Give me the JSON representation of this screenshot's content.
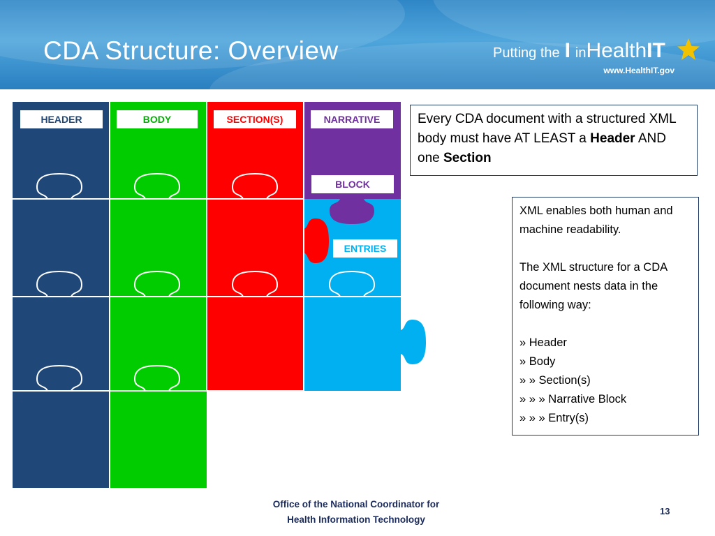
{
  "slide": {
    "title": "CDA Structure: Overview",
    "page_number": "13"
  },
  "logo": {
    "part1": "Putting the",
    "part2": "I",
    "part3": "in",
    "part4": "Health",
    "part5": "IT",
    "url": "www.HealthIT.gov"
  },
  "puzzle_labels": {
    "header": "HEADER",
    "body": "BODY",
    "sections": "SECTION(S)",
    "narrative": "NARRATIVE",
    "block": "BLOCK",
    "entries": "ENTRIES"
  },
  "colors": {
    "header": "#1f4778",
    "body": "#00cc00",
    "sections": "#ff0000",
    "narrative": "#7030a0",
    "entries": "#00b0f0"
  },
  "callout": {
    "line1": "Every CDA document with a structured XML body must have AT LEAST a",
    "bold1": "Header",
    "mid": "AND one",
    "bold2": "Section"
  },
  "info": {
    "p1": "XML enables both human and machine readability.",
    "p2": "The XML structure for a CDA document nests data in the following way:",
    "items": [
      "» Header",
      "» Body",
      "» » Section(s)",
      "» » » Narrative Block",
      "» » » Entry(s)"
    ]
  },
  "footer": {
    "line1": "Office of the National Coordinator for",
    "line2": "Health Information Technology"
  }
}
